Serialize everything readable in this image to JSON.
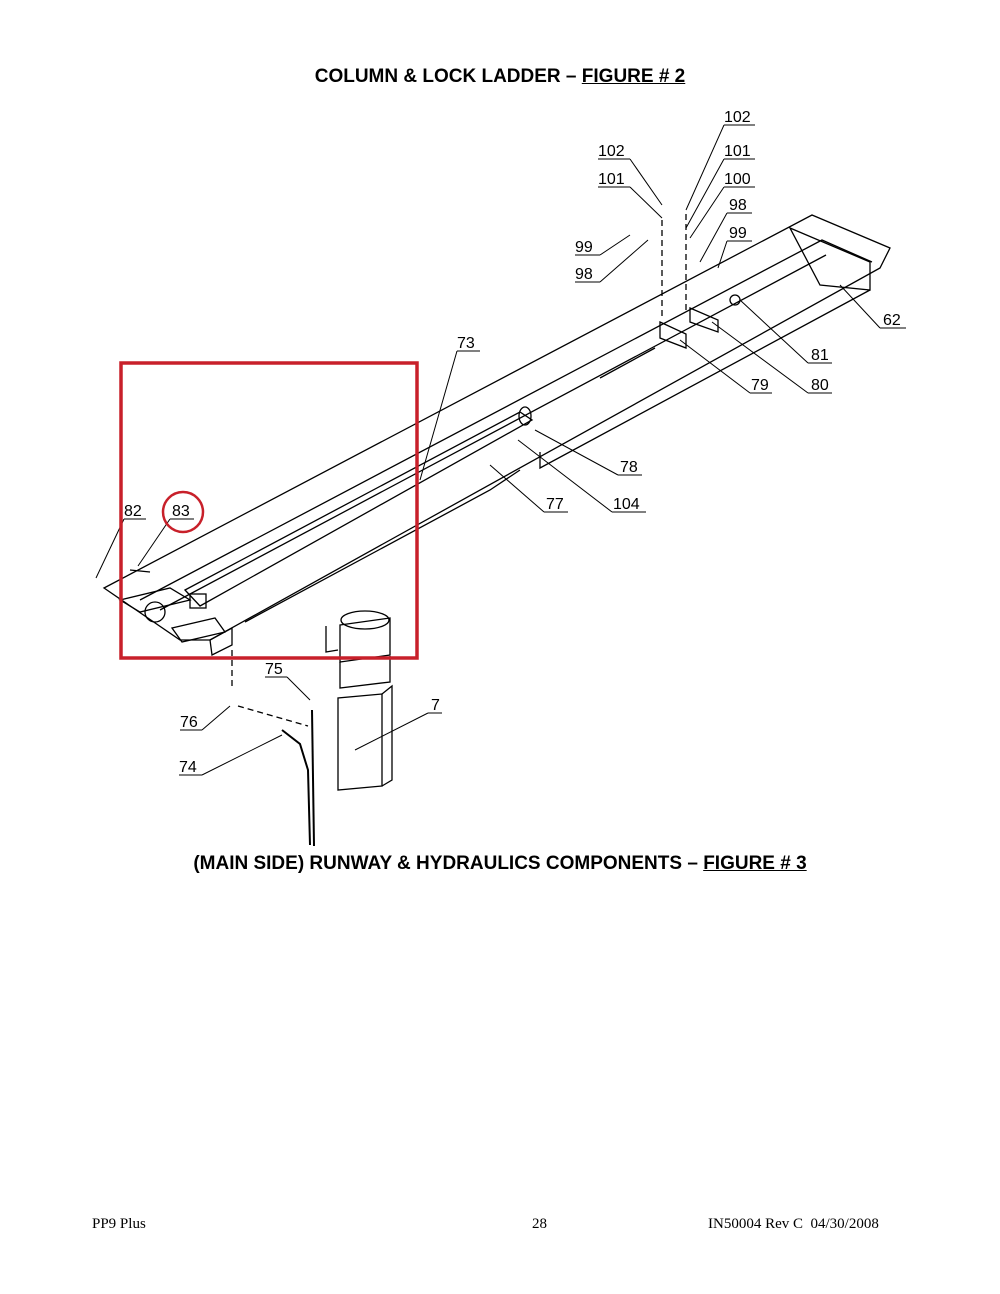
{
  "figure2_caption": {
    "text": "COLUMN & LOCK LADDER – ",
    "figure": "FIGURE # 2"
  },
  "figure3_caption": {
    "text": "(MAIN SIDE) RUNWAY & HYDRAULICS COMPONENTS – ",
    "figure": "FIGURE # 3"
  },
  "callouts": [
    {
      "id": "102"
    },
    {
      "id": "101"
    },
    {
      "id": "100"
    },
    {
      "id": "98"
    },
    {
      "id": "99"
    },
    {
      "id": "102"
    },
    {
      "id": "101"
    },
    {
      "id": "99"
    },
    {
      "id": "98"
    },
    {
      "id": "62"
    },
    {
      "id": "73"
    },
    {
      "id": "81"
    },
    {
      "id": "79"
    },
    {
      "id": "80"
    },
    {
      "id": "78"
    },
    {
      "id": "77"
    },
    {
      "id": "104"
    },
    {
      "id": "82"
    },
    {
      "id": "83"
    },
    {
      "id": "75"
    },
    {
      "id": "7"
    },
    {
      "id": "76"
    },
    {
      "id": "74"
    }
  ],
  "highlight": {
    "box_color": "#c8202a",
    "circled_callout": "83"
  },
  "footer": {
    "left": "PP9 Plus",
    "center": "28",
    "right": "IN50004 Rev C  04/30/2008"
  }
}
